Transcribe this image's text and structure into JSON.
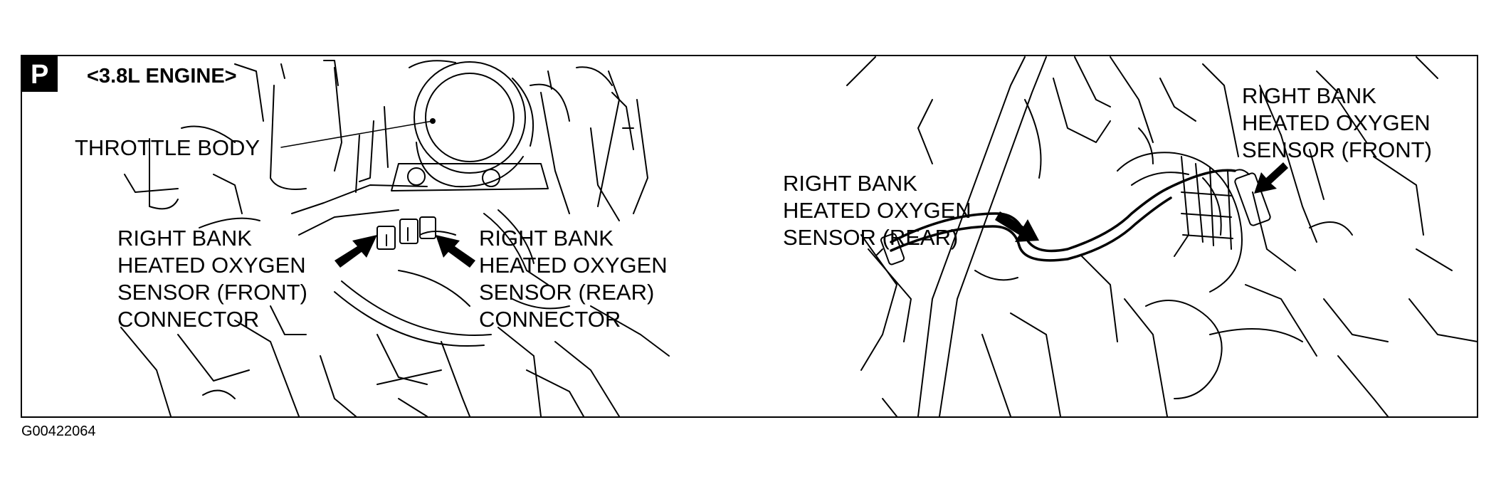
{
  "section_tag": "P",
  "engine_label": "<3.8L ENGINE>",
  "throttle_body_label": "THROTTLE BODY",
  "left_front_connector_label": [
    "RIGHT BANK",
    "HEATED OXYGEN",
    "SENSOR (FRONT)",
    "CONNECTOR"
  ],
  "left_rear_connector_label": [
    "RIGHT BANK",
    "HEATED OXYGEN",
    "SENSOR (REAR)",
    "CONNECTOR"
  ],
  "right_rear_sensor_label": [
    "RIGHT BANK",
    "HEATED OXYGEN",
    "SENSOR (REAR)"
  ],
  "right_front_sensor_label": [
    "RIGHT BANK",
    "HEATED OXYGEN",
    "SENSOR (FRONT)"
  ],
  "figure_code": "G00422064"
}
